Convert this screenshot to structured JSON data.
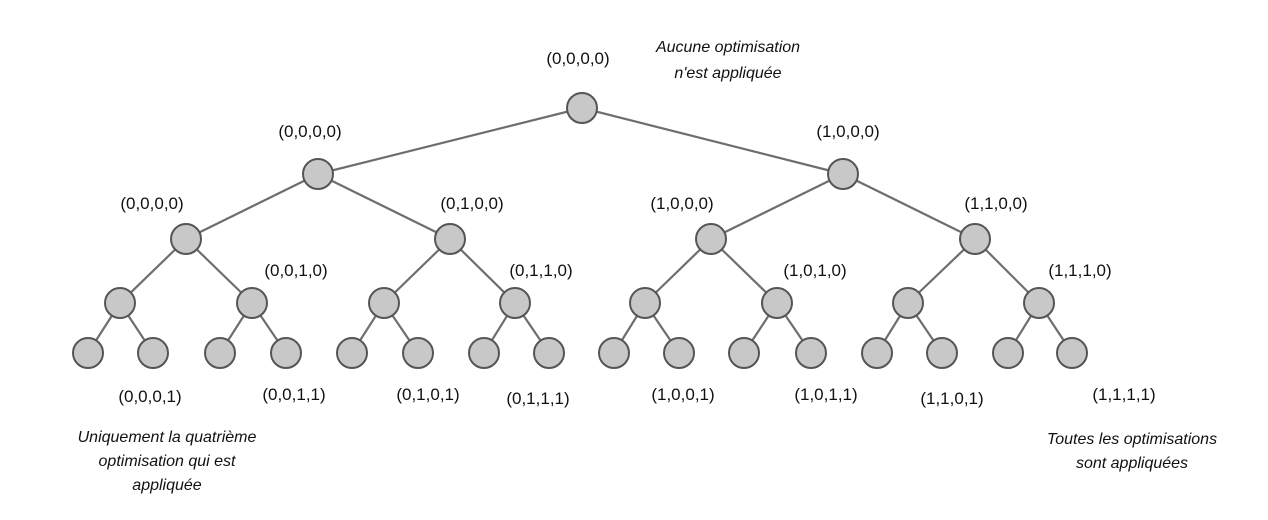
{
  "tree": {
    "labels": {
      "root": "(0,0,0,0)",
      "l1_left": "(0,0,0,0)",
      "l1_right": "(1,0,0,0)",
      "l2_a": "(0,0,0,0)",
      "l2_b": "(0,1,0,0)",
      "l2_c": "(1,0,0,0)",
      "l2_d": "(1,1,0,0)",
      "l3_a": "(0,0,1,0)",
      "l3_b": "(0,1,1,0)",
      "l3_c": "(1,0,1,0)",
      "l3_d": "(1,1,1,0)",
      "leaf_a": "(0,0,0,1)",
      "leaf_b": "(0,0,1,1)",
      "leaf_c": "(0,1,0,1)",
      "leaf_d": "(0,1,1,1)",
      "leaf_e": "(1,0,0,1)",
      "leaf_f": "(1,0,1,1)",
      "leaf_g": "(1,1,0,1)",
      "leaf_h": "(1,1,1,1)"
    },
    "annotations": {
      "root": [
        "Aucune optimisation",
        "n'est appliquée"
      ],
      "first_leaf": [
        "Uniquement la quatrième",
        "optimisation qui est",
        "appliquée"
      ],
      "last_leaf": [
        "Toutes les optimisations",
        "sont appliquées"
      ]
    },
    "colors": {
      "node_fill": "#c8c8c8",
      "node_stroke": "#555555",
      "edge": "#6e6e6e"
    }
  }
}
